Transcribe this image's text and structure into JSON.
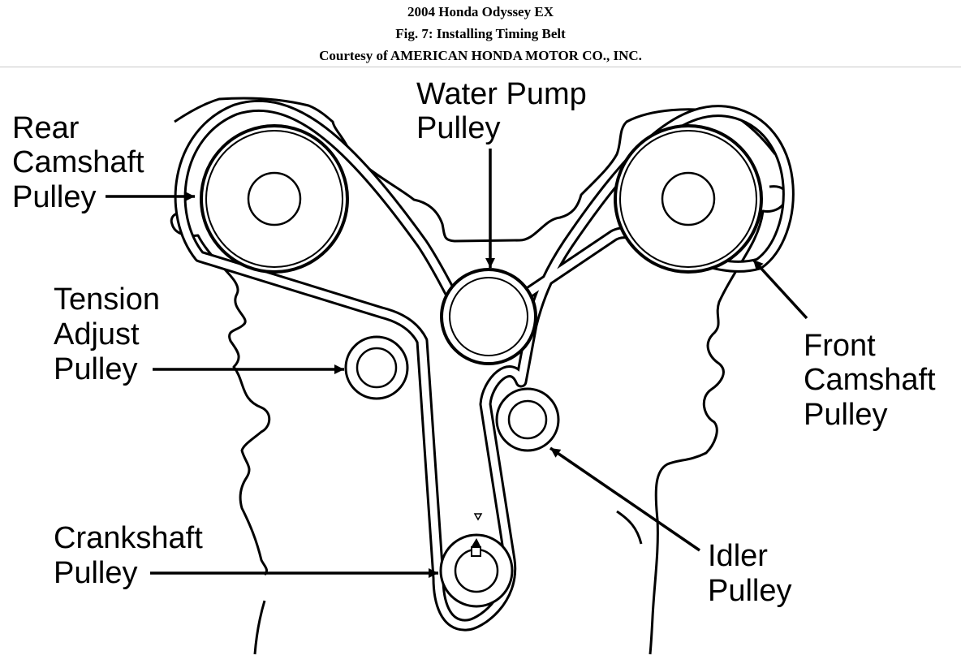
{
  "header": {
    "title": "2004 Honda Odyssey EX",
    "figure": "Fig. 7: Installing Timing Belt",
    "courtesy": "Courtesy of AMERICAN HONDA MOTOR CO., INC."
  },
  "labels": {
    "rear_camshaft": [
      "Rear",
      "Camshaft",
      "Pulley"
    ],
    "water_pump": [
      "Water Pump",
      "Pulley"
    ],
    "front_camshaft": [
      "Front",
      "Camshaft",
      "Pulley"
    ],
    "tension_adjust": [
      "Tension",
      "Adjust",
      "Pulley"
    ],
    "idler": [
      "Idler",
      "Pulley"
    ],
    "crankshaft": [
      "Crankshaft",
      "Pulley"
    ]
  },
  "colors": {
    "ink": "#000000",
    "background": "#ffffff"
  }
}
